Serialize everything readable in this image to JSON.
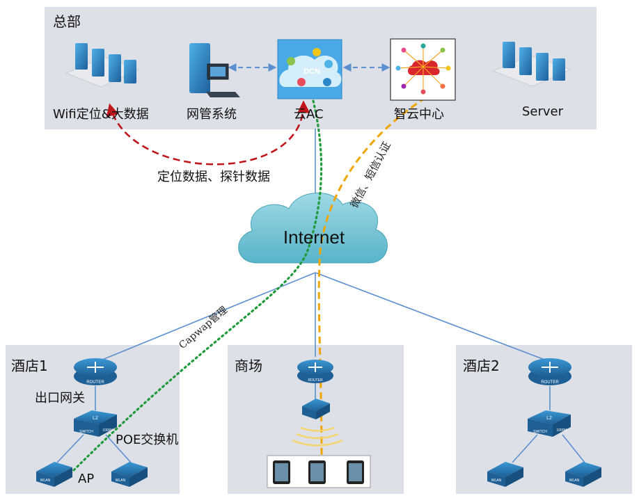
{
  "hq": {
    "title": "总部",
    "nodes": {
      "wifi_bigdata": "Wifi定位&大数据",
      "nms": "网管系统",
      "cloud_ac": "云AC",
      "cloud_center": "智云中心",
      "server": "Server"
    },
    "dcn_text": "DCN"
  },
  "internet": {
    "label": "Internet"
  },
  "flows": {
    "location_data": "定位数据、探针数据",
    "wechat_sms_auth": "微信、短信认证",
    "capwap": "Capwap管理"
  },
  "sites": {
    "hotel1": {
      "title": "酒店1",
      "gateway": "出口网关",
      "poe_switch": "POE交换机",
      "ap": "AP"
    },
    "mall": {
      "title": "商场"
    },
    "hotel2": {
      "title": "酒店2"
    }
  },
  "device_text": {
    "router": "ROUTER",
    "switch": "SWITCH",
    "speed": "1000M",
    "l2": "L2",
    "wlan": "WLAN"
  },
  "colors": {
    "panel": "#dde0e6",
    "link_blue": "#5b8fd0",
    "dashed_red": "#c0151b",
    "dotted_green": "#1e9a3a",
    "dashed_orange": "#f0a500",
    "cloud_fill": "#7fc8d8",
    "device_blue": "#2f86c2"
  }
}
